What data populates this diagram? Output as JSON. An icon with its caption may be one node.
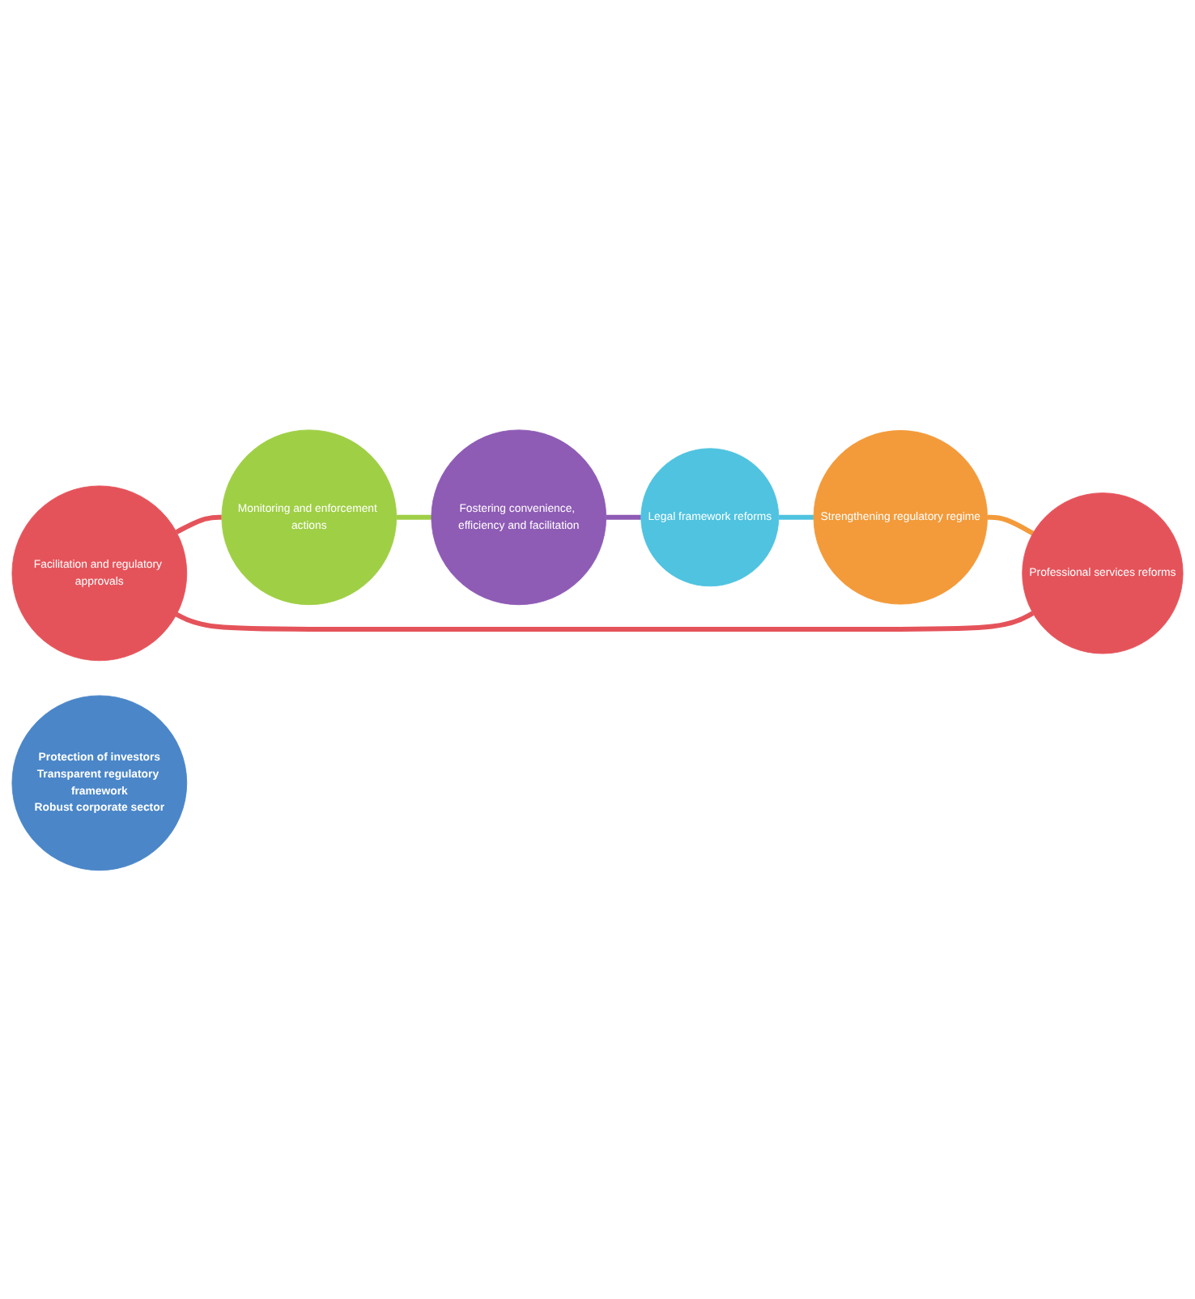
{
  "diagram": {
    "nodes": [
      {
        "text": [
          "Facilitation and regulatory approvals"
        ]
      },
      {
        "text": [
          "Professional services reforms"
        ]
      },
      {
        "text": [
          "Monitoring and enforcement actions"
        ]
      },
      {
        "text": [
          "Protection of investors",
          "Transparent regulatory framework",
          "Robust corporate sector"
        ]
      },
      {
        "text": [
          "Fostering convenience, efficiency and facilitation"
        ]
      },
      {
        "text": [
          "Strengthening regulatory regime"
        ]
      },
      {
        "text": [
          "Legal framework reforms"
        ]
      }
    ],
    "edges": [
      {
        "from": 0,
        "to": 2,
        "arrow": "none",
        "color": "#e5535a"
      },
      {
        "from": 2,
        "to": 4,
        "arrow": "none",
        "color": "#9fcf45"
      },
      {
        "from": 4,
        "to": 6,
        "arrow": "none",
        "color": "#8e5bb5"
      },
      {
        "from": 6,
        "to": 5,
        "arrow": "none",
        "color": "#4fc3e0"
      },
      {
        "from": 5,
        "to": 1,
        "arrow": "none",
        "color": "#f39a3a"
      },
      {
        "from": 1,
        "to": 0,
        "arrow": "none",
        "color": "#e5535a"
      }
    ]
  }
}
